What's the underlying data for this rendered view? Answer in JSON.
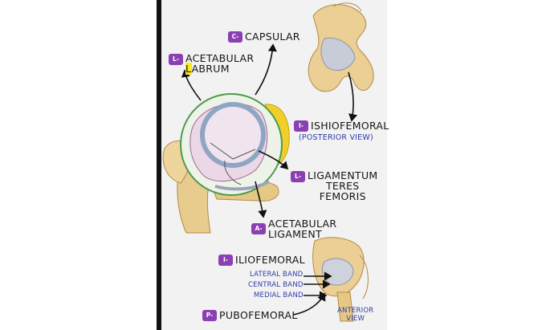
{
  "labels": {
    "capsular": {
      "badge": "C-",
      "text": "CAPSULAR"
    },
    "acetabular_labrum": {
      "badge": "L-",
      "line1": "ACETABULAR",
      "line2_first": "L",
      "line2_rest": "ABRUM"
    },
    "ishiofemoral": {
      "badge": "I-",
      "text": "ISHIOFEMORAL",
      "note": "(POSTERIOR VIEW)"
    },
    "ligamentum_teres": {
      "badge": "L-",
      "line1": "LIGAMENTUM",
      "line2": "TERES",
      "line3": "FEMORIS"
    },
    "acetabular_ligament": {
      "badge": "A-",
      "line1": "ACETABULAR",
      "line2": "LIGAMENT"
    },
    "iliofemoral": {
      "badge": "I-",
      "text": "ILIOFEMORAL"
    },
    "lateral_band": "LATERAL BAND",
    "central_band": "CENTRAL BAND",
    "medial_band": "MEDIAL BAND",
    "pubofemoral": {
      "badge": "P-",
      "text": "PUBOFEMORAL"
    },
    "anterior_view": {
      "line1": "ANTERIOR",
      "line2": "VIEW"
    }
  },
  "icons": [
    "hip-joint-drawing",
    "posterior-hip-drawing",
    "anterior-hip-drawing",
    "arrow-icon"
  ]
}
